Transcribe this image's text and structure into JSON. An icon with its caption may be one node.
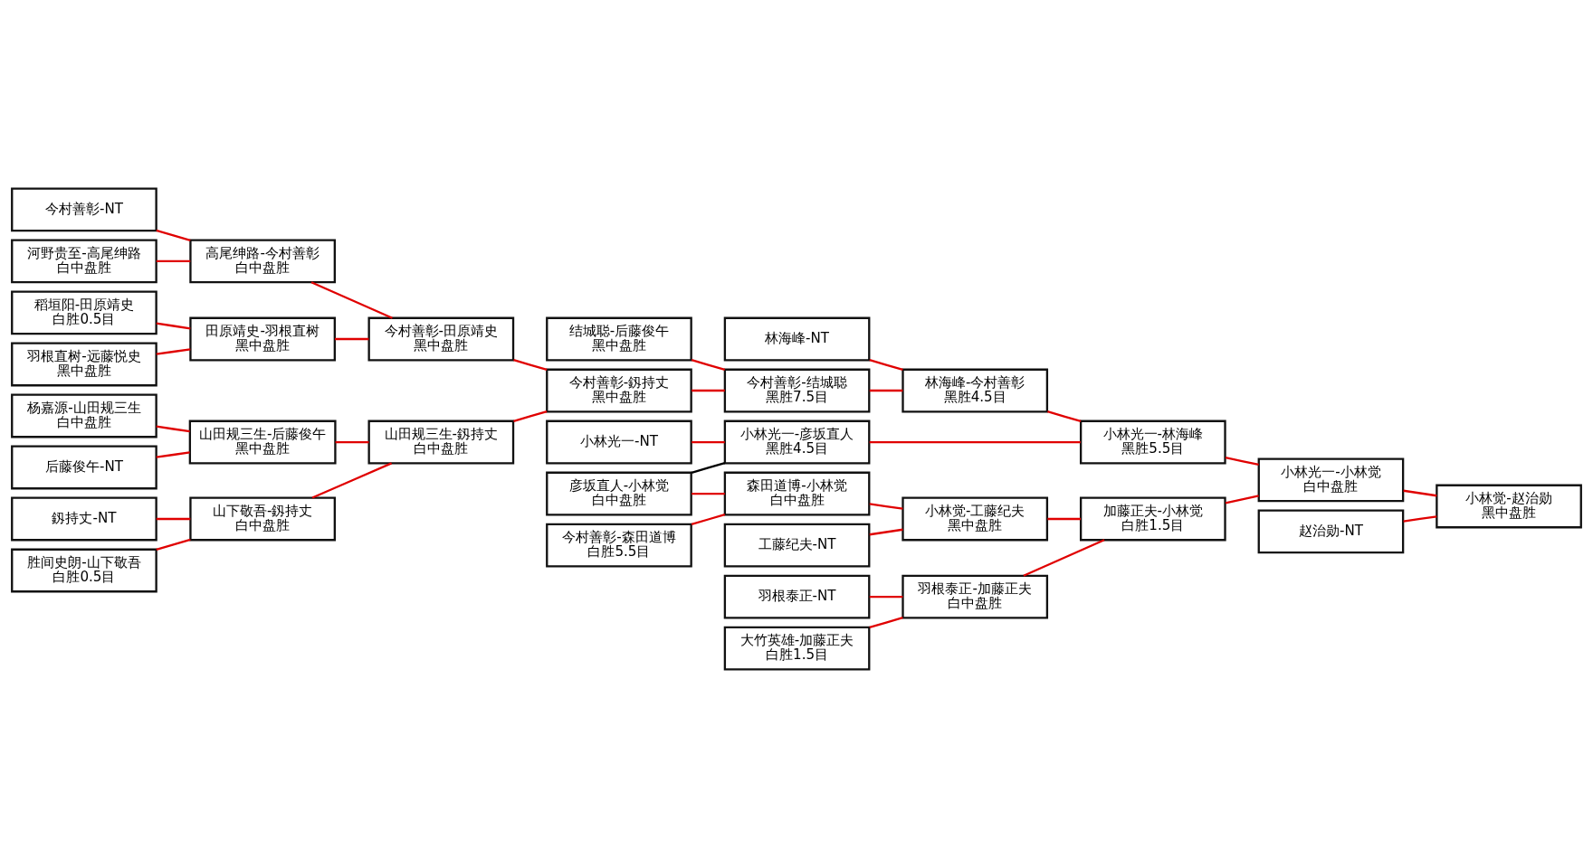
{
  "diagram": {
    "nodes": [
      {
        "text": [
          "今村善彰-NT"
        ]
      },
      {
        "text": [
          "河野贵至-高尾绅路",
          "白中盘胜"
        ]
      },
      {
        "text": [
          "稻垣阳-田原靖史",
          "白胜0.5目"
        ]
      },
      {
        "text": [
          "羽根直树-远藤悦史",
          "黑中盘胜"
        ]
      },
      {
        "text": [
          "釼持丈-NT"
        ]
      },
      {
        "text": [
          "胜间史朗-山下敬吾",
          "白胜0.5目"
        ]
      },
      {
        "text": [
          "杨嘉源-山田规三生",
          "白中盘胜"
        ]
      },
      {
        "text": [
          "后藤俊午-NT"
        ]
      },
      {
        "text": [
          "高尾绅路-今村善彰",
          "白中盘胜"
        ]
      },
      {
        "text": [
          "田原靖史-羽根直树",
          "黑中盘胜"
        ]
      },
      {
        "text": [
          "山下敬吾-釼持丈",
          "白中盘胜"
        ]
      },
      {
        "text": [
          "山田规三生-后藤俊午",
          "黑中盘胜"
        ]
      },
      {
        "text": [
          "今村善彰-田原靖史",
          "黑中盘胜"
        ]
      },
      {
        "text": [
          "山田规三生-釼持丈",
          "白中盘胜"
        ]
      },
      {
        "text": [
          "彦坂直人-小林觉",
          "白中盘胜"
        ]
      },
      {
        "text": [
          "今村善彰-森田道博",
          "白胜5.5目"
        ]
      },
      {
        "text": [
          "今村善彰-釼持丈",
          "黑中盘胜"
        ]
      },
      {
        "text": [
          "结城聪-后藤俊午",
          "黑中盘胜"
        ]
      },
      {
        "text": [
          "森田道博-小林觉",
          "白中盘胜"
        ]
      },
      {
        "text": [
          "工藤纪夫-NT"
        ]
      },
      {
        "text": [
          "大竹英雄-加藤正夫",
          "白胜1.5目"
        ]
      },
      {
        "text": [
          "羽根泰正-NT"
        ]
      },
      {
        "text": [
          "小林光一-NT"
        ]
      },
      {
        "text": [
          "林海峰-NT"
        ]
      },
      {
        "text": [
          "今村善彰-结城聪",
          "黑胜7.5目"
        ]
      },
      {
        "text": [
          "小林觉-工藤纪夫",
          "黑中盘胜"
        ]
      },
      {
        "text": [
          "羽根泰正-加藤正夫",
          "白中盘胜"
        ]
      },
      {
        "text": [
          "小林光一-彦坂直人",
          "黑胜4.5目"
        ]
      },
      {
        "text": [
          "林海峰-今村善彰",
          "黑胜4.5目"
        ]
      },
      {
        "text": [
          "加藤正夫-小林觉",
          "白胜1.5目"
        ]
      },
      {
        "text": [
          "小林光一-林海峰",
          "黑胜5.5目"
        ]
      },
      {
        "text": [
          "小林光一-小林觉",
          "白中盘胜"
        ]
      },
      {
        "text": [
          "赵治勋-NT"
        ]
      },
      {
        "text": [
          "小林觉-赵治勋",
          "黑中盘胜"
        ]
      }
    ],
    "edges": [
      {
        "from": 0,
        "to": 8,
        "arrow": "none"
      },
      {
        "from": 1,
        "to": 8,
        "arrow": "none"
      },
      {
        "from": 2,
        "to": 9,
        "arrow": "none"
      },
      {
        "from": 3,
        "to": 9,
        "arrow": "none"
      },
      {
        "from": 4,
        "to": 10,
        "arrow": "none"
      },
      {
        "from": 5,
        "to": 10,
        "arrow": "none"
      },
      {
        "from": 6,
        "to": 11,
        "arrow": "none"
      },
      {
        "from": 7,
        "to": 11,
        "arrow": "none"
      },
      {
        "from": 8,
        "to": 12,
        "arrow": "none"
      },
      {
        "from": 9,
        "to": 12,
        "arrow": "none"
      },
      {
        "from": 10,
        "to": 13,
        "arrow": "none"
      },
      {
        "from": 11,
        "to": 13,
        "arrow": "none"
      },
      {
        "from": 12,
        "to": 16,
        "arrow": "none"
      },
      {
        "from": 13,
        "to": 16,
        "arrow": "none"
      },
      {
        "from": 14,
        "to": 18,
        "arrow": "none"
      },
      {
        "from": 15,
        "to": 18,
        "arrow": "none"
      },
      {
        "from": 16,
        "to": 24,
        "arrow": "none"
      },
      {
        "from": 17,
        "to": 24,
        "arrow": "none"
      },
      {
        "from": 18,
        "to": 25,
        "arrow": "none"
      },
      {
        "from": 19,
        "to": 25,
        "arrow": "none"
      },
      {
        "from": 20,
        "to": 26,
        "arrow": "none"
      },
      {
        "from": 21,
        "to": 26,
        "arrow": "none"
      },
      {
        "from": 22,
        "to": 27,
        "arrow": "none"
      },
      {
        "from": 14,
        "to": 27,
        "arrow": "none",
        "color": "#000000"
      },
      {
        "from": 23,
        "to": 28,
        "arrow": "none"
      },
      {
        "from": 24,
        "to": 28,
        "arrow": "none"
      },
      {
        "from": 25,
        "to": 29,
        "arrow": "none"
      },
      {
        "from": 26,
        "to": 29,
        "arrow": "none"
      },
      {
        "from": 27,
        "to": 30,
        "arrow": "none"
      },
      {
        "from": 28,
        "to": 30,
        "arrow": "none"
      },
      {
        "from": 29,
        "to": 31,
        "arrow": "none"
      },
      {
        "from": 30,
        "to": 31,
        "arrow": "none"
      },
      {
        "from": 31,
        "to": 33,
        "arrow": "none"
      },
      {
        "from": 32,
        "to": 33,
        "arrow": "none"
      }
    ]
  }
}
